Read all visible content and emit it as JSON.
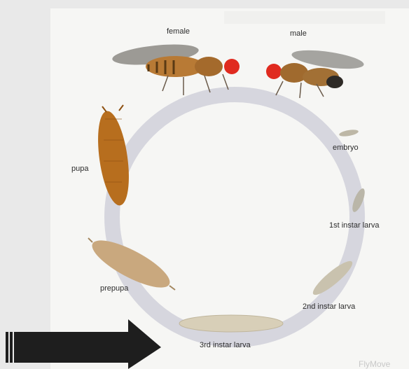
{
  "diagram": {
    "stages": {
      "female": "female",
      "male": "male",
      "embryo": "embryo",
      "first_instar": "1st instar larva",
      "second_instar": "2nd instar larva",
      "third_instar": "3rd instar larva",
      "prepupa": "prepupa",
      "pupa": "pupa"
    },
    "watermark": "FlyMove",
    "colors": {
      "ring": "#d6d6de",
      "arrow": "#1e1e1e",
      "fly_eye": "#e02a1f",
      "fly_body": "#b87a35",
      "pupa": "#b76e1e",
      "larva": "#d8cfb8"
    }
  }
}
